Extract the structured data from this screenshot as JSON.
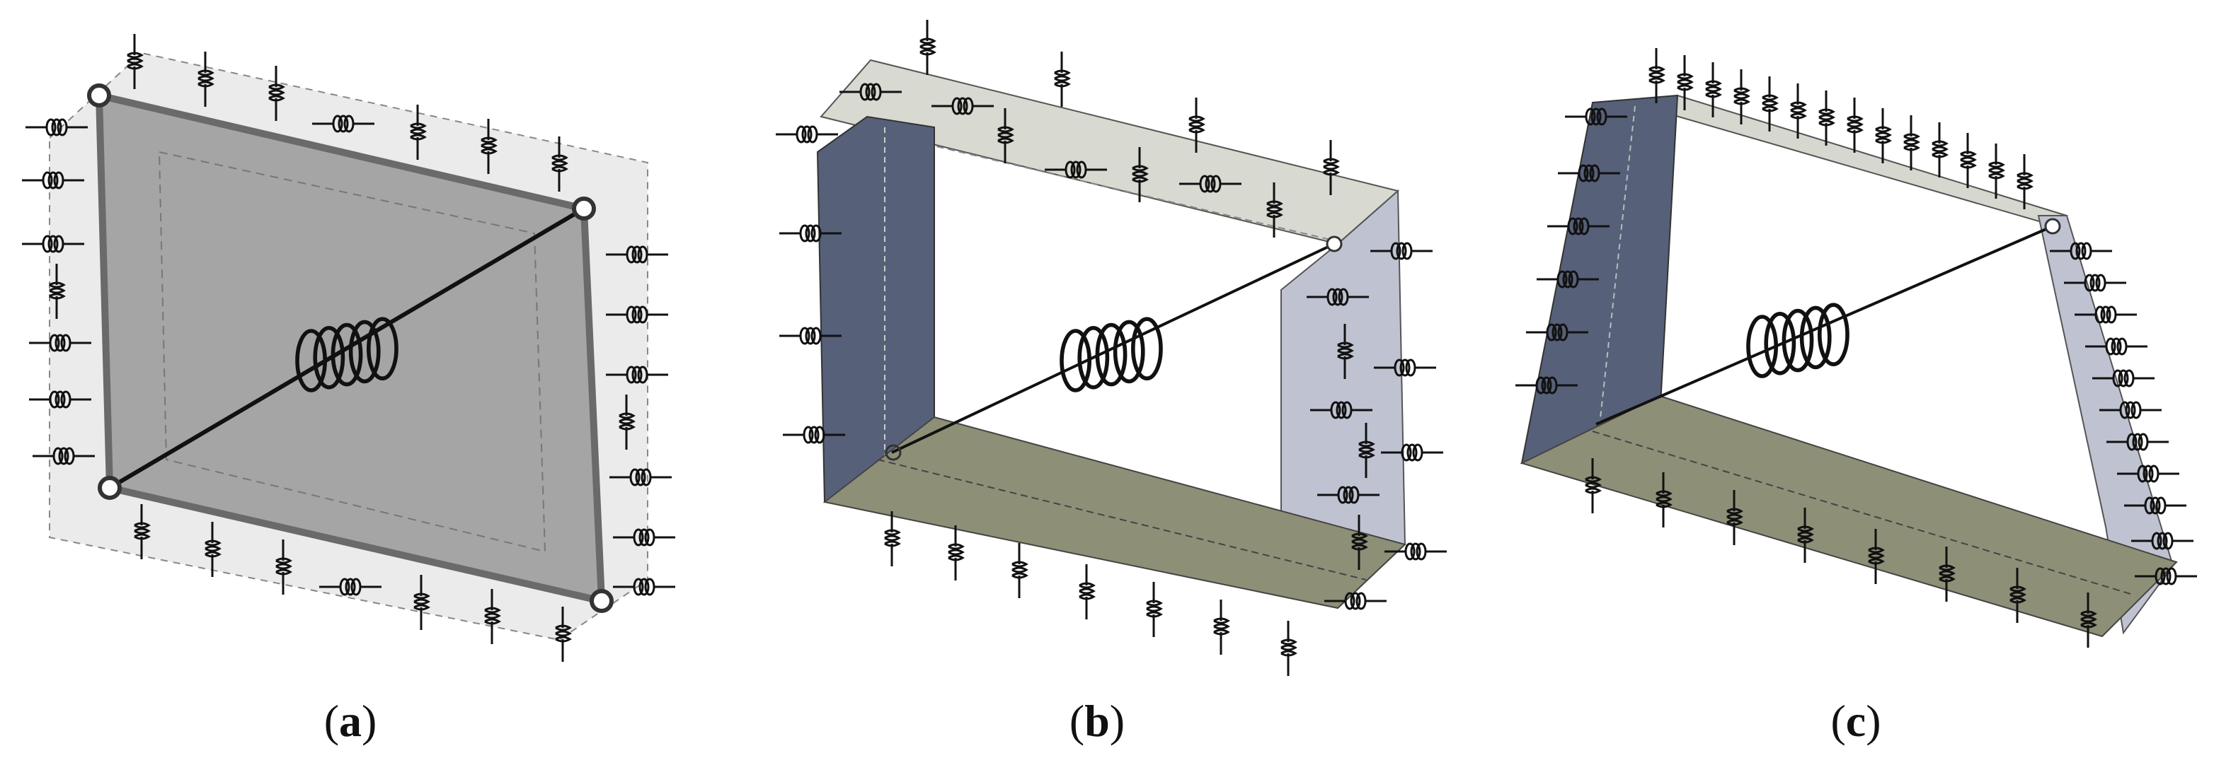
{
  "panels": [
    {
      "label": "a",
      "description_name": "panel-a"
    },
    {
      "label": "b",
      "description_name": "panel-b"
    },
    {
      "label": "c",
      "description_name": "panel-c"
    }
  ],
  "colors": {
    "panel_a_face": "#a3a3a3",
    "panel_a_frame": "#6e6e6e",
    "panel_a_box": "#e8e8e8",
    "wall_blue": "#566079",
    "wall_light_blue": "#bcc1d0",
    "top_slab": "#d6d8cf",
    "bottom_slab": "#8e8f77",
    "spring": "#111111",
    "outline": "#333333"
  }
}
